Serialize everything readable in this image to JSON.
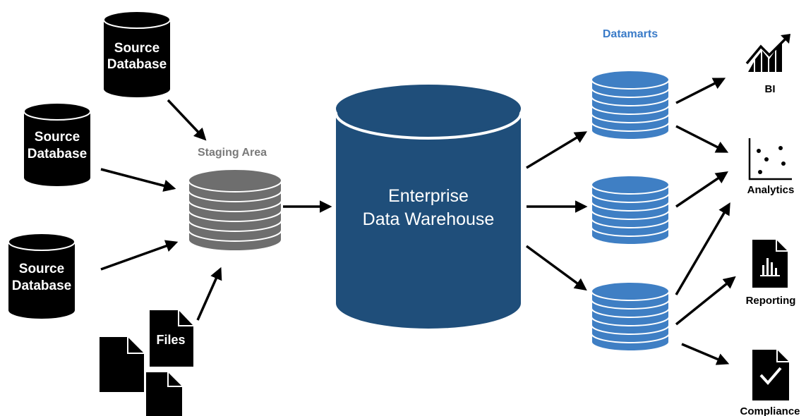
{
  "sources": [
    {
      "line1": "Source",
      "line2": "Database"
    },
    {
      "line1": "Source",
      "line2": "Database"
    },
    {
      "line1": "Source",
      "line2": "Database"
    }
  ],
  "files_label": "Files",
  "staging_label": "Staging Area",
  "edw": {
    "line1": "Enterprise",
    "line2": "Data Warehouse"
  },
  "datamarts_label": "Datamarts",
  "outputs": [
    "BI",
    "Analytics",
    "Reporting",
    "Compliance"
  ],
  "colors": {
    "black": "#000000",
    "staging_gray": "#6e6e6e",
    "staging_label": "#7a7a7a",
    "edw_blue": "#1f4e7a",
    "datamart_blue": "#3f7fc4",
    "datamart_label": "#3a7bc8"
  },
  "icons": [
    "bar-chart-trend-icon",
    "scatter-plot-icon",
    "report-document-icon",
    "checkmark-document-icon"
  ]
}
